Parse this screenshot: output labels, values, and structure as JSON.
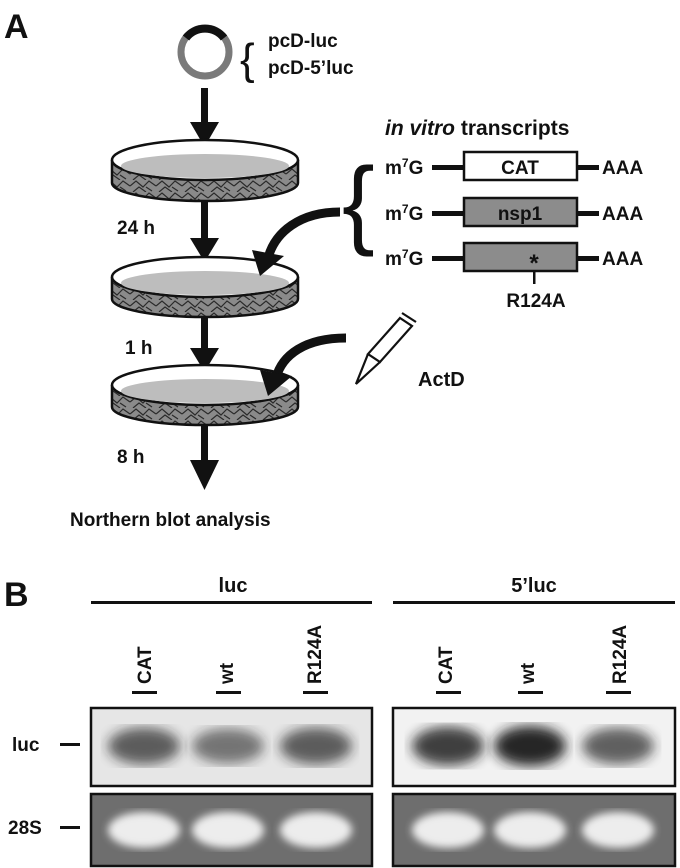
{
  "panel_a": {
    "label": "A",
    "plasmids": [
      "pcD-luc",
      "pcD-5’luc"
    ],
    "times": [
      "24 h",
      "1 h",
      "8 h"
    ],
    "final_step": "Northern blot analysis",
    "transcripts_title_italic": "in vitro",
    "transcripts_title_rest": " transcripts",
    "cap": "m",
    "cap_sup": "7",
    "cap_tail": "G",
    "polyA": "AAA",
    "constructs": [
      {
        "label": "CAT",
        "fill": "#ffffff"
      },
      {
        "label": "nsp1",
        "fill": "#8c8c8c"
      },
      {
        "label": "*",
        "fill": "#8c8c8c"
      }
    ],
    "mutation": "R124A",
    "drug": "ActD"
  },
  "panel_b": {
    "label": "B",
    "groups": [
      "luc",
      "5’luc"
    ],
    "lanes": [
      "CAT",
      "wt",
      "R124A"
    ],
    "rows": [
      "luc",
      "28S"
    ],
    "band_intensity": {
      "luc": [
        0.55,
        0.35,
        0.55
      ],
      "5luc": [
        0.8,
        1.0,
        0.55
      ]
    }
  },
  "colors": {
    "ink": "#111111",
    "dish_fill": "#8a8a8a",
    "blot_bg": "#e6e6e6",
    "rrna_bg": "#6e6e6e"
  }
}
